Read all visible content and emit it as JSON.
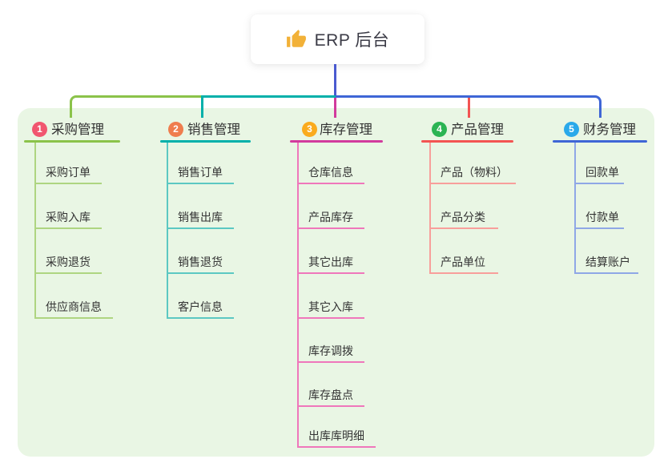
{
  "root": {
    "label": "ERP 后台",
    "icon": "thumbs-up-icon",
    "icon_color": "#f2b138",
    "connector_color": "#4a5ad0"
  },
  "canvas": {
    "page_bg": "#ffffff",
    "panel_bg": "#e9f6e4"
  },
  "branches": [
    {
      "num": "1",
      "label": "采购管理",
      "badge_color": "#f1566f",
      "line_color": "#8bc34a",
      "child_line_color": "#aed581",
      "children": [
        "采购订单",
        "采购入库",
        "采购退货",
        "供应商信息"
      ]
    },
    {
      "num": "2",
      "label": "销售管理",
      "badge_color": "#ef7d4e",
      "line_color": "#00b0aa",
      "child_line_color": "#5cc8c2",
      "children": [
        "销售订单",
        "销售出库",
        "销售退货",
        "客户信息"
      ]
    },
    {
      "num": "3",
      "label": "库存管理",
      "badge_color": "#faab1d",
      "line_color": "#d23b9d",
      "child_line_color": "#ef77bb",
      "children": [
        "仓库信息",
        "产品库存",
        "其它出库",
        "其它入库",
        "库存调拨",
        "库存盘点",
        "出库库明细"
      ]
    },
    {
      "num": "4",
      "label": "产品管理",
      "badge_color": "#2bb453",
      "line_color": "#f35452",
      "child_line_color": "#f89f9b",
      "children": [
        "产品（物料）",
        "产品分类",
        "产品单位"
      ]
    },
    {
      "num": "5",
      "label": "财务管理",
      "badge_color": "#2aa9ea",
      "line_color": "#3f66d6",
      "child_line_color": "#8fa7e6",
      "children": [
        "回款单",
        "付款单",
        "结算账户"
      ]
    }
  ]
}
